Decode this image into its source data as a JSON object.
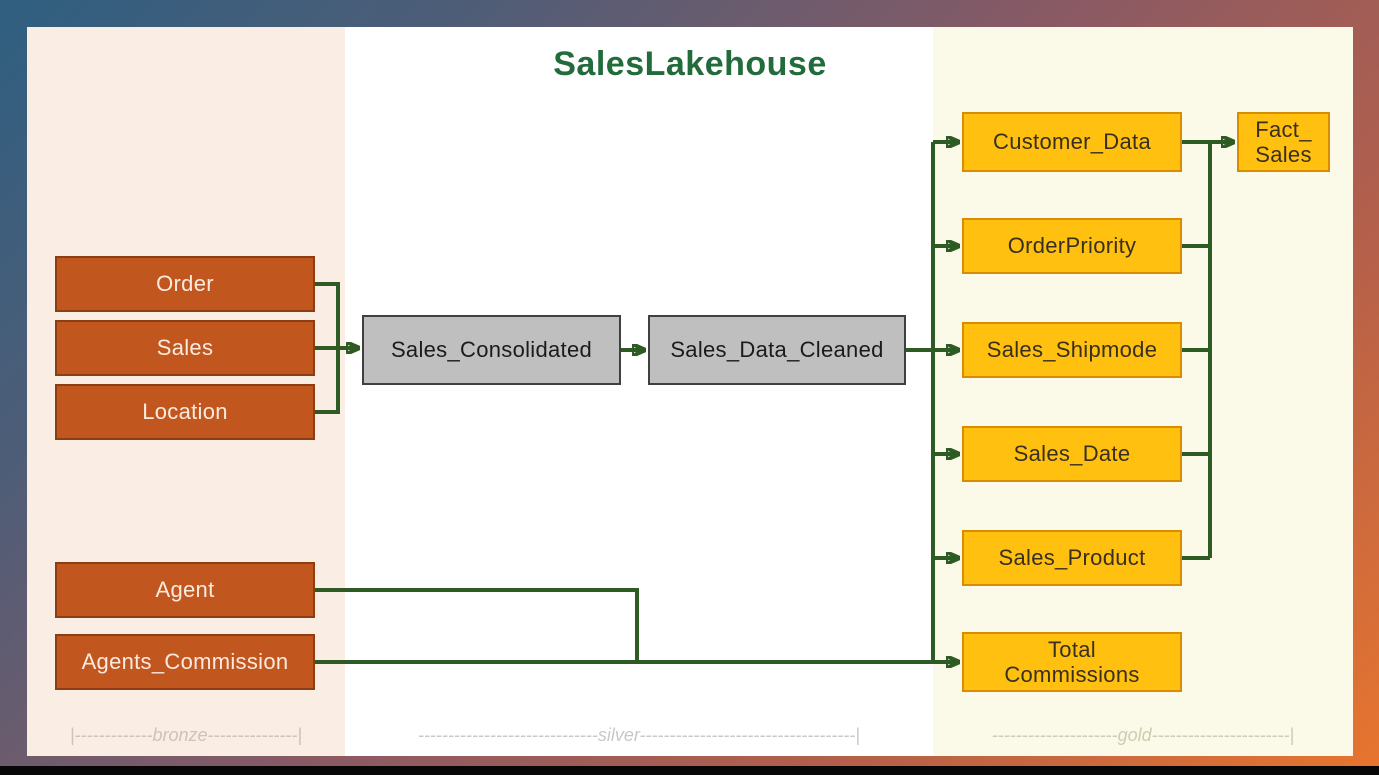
{
  "title": "SalesLakehouse",
  "zones": {
    "bronze": {
      "name": "bronze",
      "label": "|-------------bronze---------------|"
    },
    "silver": {
      "name": "silver",
      "label": "------------------------------silver------------------------------------|"
    },
    "gold": {
      "name": "gold",
      "label": "---------------------gold-----------------------|"
    }
  },
  "nodes": {
    "order": {
      "label": "Order",
      "layer": "bronze"
    },
    "sales": {
      "label": "Sales",
      "layer": "bronze"
    },
    "location": {
      "label": "Location",
      "layer": "bronze"
    },
    "agent": {
      "label": "Agent",
      "layer": "bronze"
    },
    "agents_commission": {
      "label": "Agents_Commission",
      "layer": "bronze"
    },
    "sales_consolidated": {
      "label": "Sales_Consolidated",
      "layer": "silver"
    },
    "sales_data_cleaned": {
      "label": "Sales_Data_Cleaned",
      "layer": "silver"
    },
    "customer_data": {
      "label": "Customer_Data",
      "layer": "gold"
    },
    "order_priority": {
      "label": "OrderPriority",
      "layer": "gold"
    },
    "sales_shipmode": {
      "label": "Sales_Shipmode",
      "layer": "gold"
    },
    "sales_date": {
      "label": "Sales_Date",
      "layer": "gold"
    },
    "sales_product": {
      "label": "Sales_Product",
      "layer": "gold"
    },
    "total_commissions": {
      "label_line1": "Total",
      "label_line2": "Commissions",
      "layer": "gold"
    },
    "fact_sales": {
      "label_line1": "Fact_",
      "label_line2": "Sales",
      "layer": "gold"
    }
  },
  "edges": [
    {
      "from": "Order",
      "to": "Sales_Consolidated"
    },
    {
      "from": "Sales",
      "to": "Sales_Consolidated"
    },
    {
      "from": "Location",
      "to": "Sales_Consolidated"
    },
    {
      "from": "Sales_Consolidated",
      "to": "Sales_Data_Cleaned"
    },
    {
      "from": "Sales_Data_Cleaned",
      "to": "Customer_Data"
    },
    {
      "from": "Sales_Data_Cleaned",
      "to": "OrderPriority"
    },
    {
      "from": "Sales_Data_Cleaned",
      "to": "Sales_Shipmode"
    },
    {
      "from": "Sales_Data_Cleaned",
      "to": "Sales_Date"
    },
    {
      "from": "Sales_Data_Cleaned",
      "to": "Sales_Product"
    },
    {
      "from": "Customer_Data",
      "to": "Fact_Sales"
    },
    {
      "from": "OrderPriority",
      "to": "Fact_Sales"
    },
    {
      "from": "Sales_Shipmode",
      "to": "Fact_Sales"
    },
    {
      "from": "Sales_Date",
      "to": "Fact_Sales"
    },
    {
      "from": "Sales_Product",
      "to": "Fact_Sales"
    },
    {
      "from": "Agent",
      "to": "Total Commissions"
    },
    {
      "from": "Agents_Commission",
      "to": "Total Commissions"
    }
  ],
  "colors": {
    "title_text": "#226C3C",
    "connector": "#2E5A23",
    "bronze_box_fill": "#C1571F",
    "bronze_box_border": "#8E3D13",
    "bronze_box_text": "#FBEADF",
    "silver_box_fill": "#BFBFBF",
    "silver_box_border": "#404040",
    "gold_box_fill": "#FFC010",
    "gold_box_border": "#D98C00",
    "zone_bronze_bg": "#FAEDE4",
    "zone_silver_bg": "#FFFFFF",
    "zone_gold_bg": "#FBF9E7",
    "zone_label_text": "#C8BFB8",
    "frame_gradient_start": "#2F5F80",
    "frame_gradient_end": "#E8752E"
  }
}
